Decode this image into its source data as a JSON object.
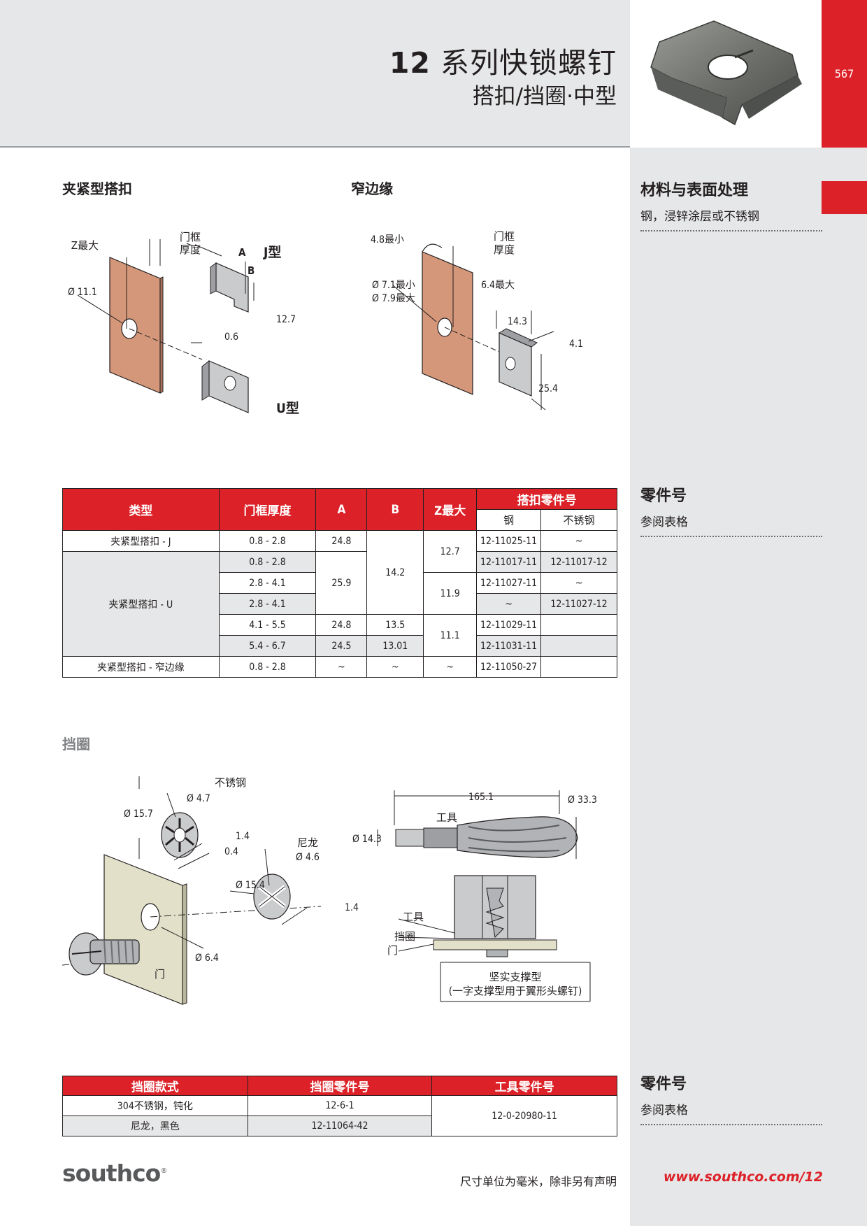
{
  "header": {
    "series": "12",
    "title_rest": "系列快锁螺钉",
    "subtitle": "搭扣/挡圈·中型",
    "page_number": "567"
  },
  "sections": {
    "clip": "夹紧型搭扣",
    "narrow": "窄边缘",
    "ring": "挡圈"
  },
  "sidebar": {
    "material_heading": "材料与表面处理",
    "material_text": "钢，浸锌涂层或不锈钢",
    "partno_heading": "零件号",
    "partno_text": "参阅表格",
    "partno2_heading": "零件号",
    "partno2_text": "参阅表格"
  },
  "diagram_clip": {
    "z_max": "Z最大",
    "frame_thickness_1": "门框",
    "frame_thickness_2": "厚度",
    "a": "A",
    "b": "B",
    "j_type": "J型",
    "u_type": "U型",
    "d_hole": "Ø 11.1",
    "d_12_7": "12.7",
    "d_0_6": "0.6"
  },
  "diagram_narrow": {
    "d_4_8": "4.8最小",
    "frame_thickness_1": "门框",
    "frame_thickness_2": "厚度",
    "d_7_1": "Ø 7.1最小",
    "d_7_9": "Ø 7.9最大",
    "d_6_4": "6.4最大",
    "d_14_3": "14.3",
    "d_4_1": "4.1",
    "d_25_4": "25.4"
  },
  "diagram_ring": {
    "stainless": "不锈钢",
    "d_4_7": "Ø 4.7",
    "d_15_7": "Ø 15.7",
    "d_1_4a": "1.4",
    "d_0_4": "0.4",
    "nylon": "尼龙",
    "d_4_6": "Ø 4.6",
    "d_15_4": "Ø 15.4",
    "d_1_4b": "1.4",
    "d_6_4": "Ø 6.4",
    "door": "门"
  },
  "diagram_tool": {
    "d_165_1": "165.1",
    "d_33_3": "Ø 33.3",
    "tool": "工具",
    "d_14_3": "Ø 14.3",
    "tool2": "工具",
    "ring": "挡圈",
    "door": "门",
    "support_1": "坚实支撑型",
    "support_2": "(一字支撑型用于翼形头螺钉)"
  },
  "table1": {
    "headers": {
      "type": "类型",
      "frame": "门框厚度",
      "a": "A",
      "b": "B",
      "z": "Z最大",
      "partno": "搭扣零件号",
      "steel": "钢",
      "ss": "不锈钢"
    },
    "r1": {
      "type": "夹紧型搭扣 - J",
      "frame": "0.8 - 2.8",
      "a": "24.8",
      "steel": "12-11025-11",
      "ss": "~"
    },
    "b_14_2": "14.2",
    "z_12_7": "12.7",
    "type_u": "夹紧型搭扣 - U",
    "r2": {
      "frame": "0.8 - 2.8",
      "steel": "12-11017-11",
      "ss": "12-11017-12"
    },
    "a_25_9": "25.9",
    "r3": {
      "frame": "2.8 -  4.1",
      "steel": "12-11027-11",
      "ss": "~"
    },
    "z_11_9": "11.9",
    "r4": {
      "frame": "2.8 - 4.1",
      "steel": "~",
      "ss": "12-11027-12"
    },
    "r5": {
      "frame": "4.1 - 5.5",
      "a": "24.8",
      "b": "13.5",
      "steel": "12-11029-11",
      "ss": ""
    },
    "z_11_1": "11.1",
    "r6": {
      "frame": "5.4 - 6.7",
      "a": "24.5",
      "b": "13.01",
      "steel": "12-11031-11",
      "ss": ""
    },
    "r7": {
      "type": "夹紧型搭扣 - 窄边缘",
      "frame": "0.8 - 2.8",
      "a": "~",
      "b": "~",
      "z": "~",
      "steel": "12-11050-27",
      "ss": ""
    }
  },
  "table2": {
    "headers": {
      "style": "挡圈款式",
      "ring_no": "挡圈零件号",
      "tool_no": "工具零件号"
    },
    "rows": [
      {
        "style": "304不锈钢，钝化",
        "ring_no": "12-6-1"
      },
      {
        "style": "尼龙，黑色",
        "ring_no": "12-11064-42"
      }
    ],
    "tool_no": "12-0-20980-11"
  },
  "footer": {
    "logo": "southco",
    "logo_mark": "®",
    "note": "尺寸单位为毫米，除非另有声明",
    "url": "www.southco.com/12"
  },
  "colors": {
    "red": "#dc2128",
    "gray": "#e6e7e8",
    "copper": "#d4977a",
    "beige": "#e2e0c8"
  }
}
